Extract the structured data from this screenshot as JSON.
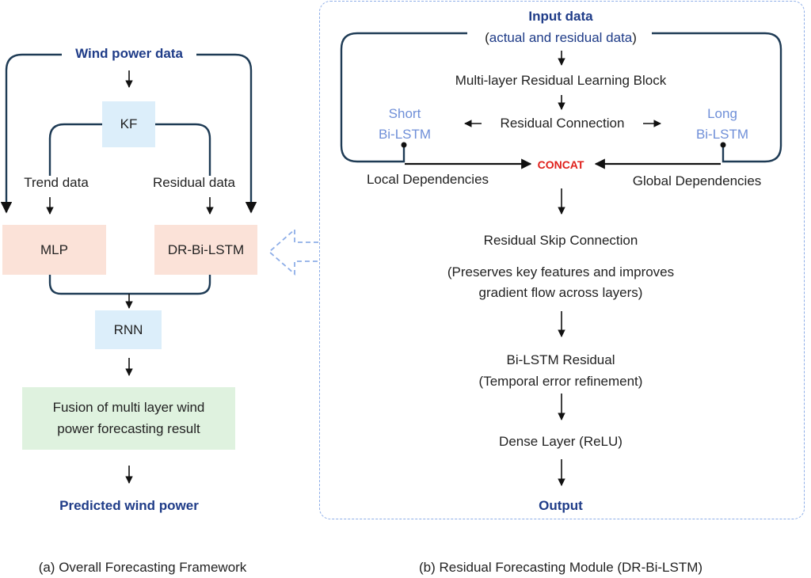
{
  "left": {
    "wind_power_data": "Wind power data",
    "kf": "KF",
    "trend_data": "Trend data",
    "residual_data": "Residual data",
    "mlp": "MLP",
    "dr_bi_lstm": "DR-Bi-LSTM",
    "rnn": "RNN",
    "fusion_line1": "Fusion of multi layer wind",
    "fusion_line2": "power forecasting result",
    "predicted": "Predicted wind power",
    "caption": "(a) Overall Forecasting Framework"
  },
  "right": {
    "input_data": "Input data",
    "input_sub_open": "(",
    "input_sub_text": "actual and residual data",
    "input_sub_close": ")",
    "multi_layer": "Multi-layer Residual Learning Block",
    "residual_connection": "Residual Connection",
    "short_line1": "Short",
    "short_line2": "Bi-LSTM",
    "long_line1": "Long",
    "long_line2": "Bi-LSTM",
    "concat": "CONCAT",
    "local_dep": "Local Dependencies",
    "global_dep": "Global Dependencies",
    "skip": "Residual Skip Connection",
    "preserves_line1": "(Preserves key features and improves",
    "preserves_line2": "gradient flow across layers)",
    "bilstm_residual": "Bi-LSTM Residual",
    "temporal": "(Temporal error refinement)",
    "dense": "Dense Layer (ReLU)",
    "output": "Output",
    "caption": "(b) Residual Forecasting Module (DR-Bi-LSTM)"
  },
  "colors": {
    "navy": "#1f3c88",
    "line": "#1e3b55",
    "light_blue_text": "#6f8fd8",
    "concat_red": "#e0201b",
    "kf_rnn_fill": "#dceefa",
    "mlp_drbilstm_fill": "#fbe2d8",
    "fusion_fill": "#dff2df",
    "dashed_border": "#8eaee8"
  }
}
